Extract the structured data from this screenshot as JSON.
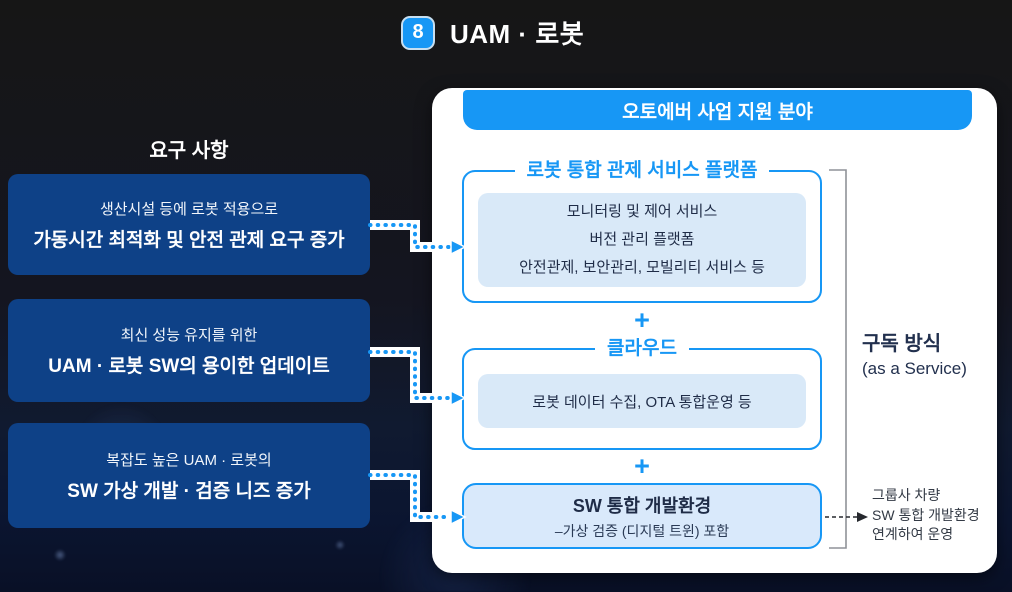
{
  "page": {
    "badge": "8",
    "title": "UAM · 로봇"
  },
  "requirements": {
    "heading": "요구 사항",
    "items": [
      {
        "line1": "생산시설 등에 로봇 적용으로",
        "line2": "가동시간 최적화 및 안전 관제 요구 증가"
      },
      {
        "line1": "최신 성능 유지를 위한",
        "line2": "UAM · 로봇 SW의 용이한 업데이트"
      },
      {
        "line1": "복잡도 높은 UAM · 로봇의",
        "line2": "SW 가상 개발 · 검증 니즈 증가"
      }
    ]
  },
  "panel": {
    "header": "오토에버 사업 지원 분야",
    "plus": "+",
    "sections": [
      {
        "title": "로봇 통합 관제 서비스 플랫폼",
        "items": [
          "모니터링 및 제어 서비스",
          "버전 관리 플랫폼",
          "안전관제, 보안관리, 모빌리티 서비스 등"
        ]
      },
      {
        "title": "클라우드",
        "items": [
          "로봇 데이터 수집, OTA 통합운영 등"
        ]
      },
      {
        "title": "SW 통합 개발환경",
        "subtitle": "–가상 검증 (디지털 트윈) 포함"
      }
    ],
    "subscription": {
      "label": "구독 방식",
      "sublabel": "(as a Service)"
    },
    "annotation": {
      "lines": [
        "그룹사 차량",
        "SW 통합 개발환경",
        "연계하여 운영"
      ]
    }
  },
  "colors": {
    "accent_blue": "#1797f5",
    "navy_box": "#0e4187",
    "light_blue_fill": "#d9e9f8",
    "header_text": "#ffffff"
  }
}
